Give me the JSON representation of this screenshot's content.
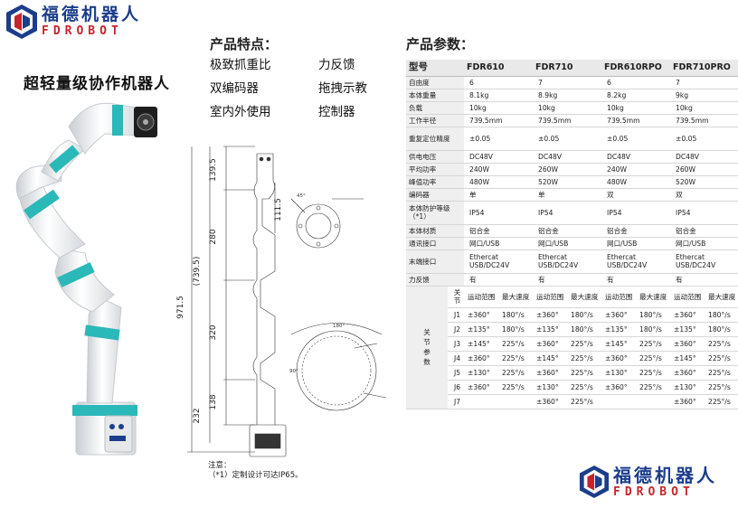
{
  "brand": {
    "name_cn": "福德机器人",
    "name_en": "FDROBOT",
    "colors": {
      "blue": "#1c3d8c",
      "red": "#c8232c",
      "teal": "#2bb8b8"
    }
  },
  "product_title": "超轻量级协作机器人",
  "features": {
    "heading": "产品特点：",
    "items": [
      "极致抓重比",
      "力反馈",
      "双编码器",
      "拖拽示教",
      "室内外使用",
      "控制器"
    ]
  },
  "drawing": {
    "dims_vertical": [
      "139.5",
      "280",
      "(739.5)",
      "971.5",
      "320",
      "138",
      "232",
      "111.5"
    ],
    "angles": [
      "45°",
      "180°",
      "90°"
    ]
  },
  "notes": {
    "title": "注意：",
    "line1": "（*1）定制设计可达IP65。"
  },
  "spec": {
    "heading": "产品参数：",
    "header": {
      "label": "型号",
      "models": [
        "FDR610",
        "FDR710",
        "FDR610RPO",
        "FDR710PRO"
      ]
    },
    "rows": [
      {
        "label": "自由度",
        "values": [
          "6",
          "7",
          "6",
          "7"
        ]
      },
      {
        "label": "本体重量",
        "values": [
          "8.1kg",
          "8.9kg",
          "8.2kg",
          "9kg"
        ]
      },
      {
        "label": "负载",
        "values": [
          "10kg",
          "10kg",
          "10kg",
          "10kg"
        ]
      },
      {
        "label": "工作半径",
        "values": [
          "739.5mm",
          "739.5mm",
          "739.5mm",
          "739.5mm"
        ]
      },
      {
        "label": "重复定位精度",
        "values": [
          "±0.05",
          "±0.05",
          "±0.05",
          "±0.05"
        ]
      },
      {
        "label": "供电电压",
        "values": [
          "DC48V",
          "DC48V",
          "DC48V",
          "DC48V"
        ]
      },
      {
        "label": "平均功率",
        "values": [
          "240W",
          "260W",
          "240W",
          "260W"
        ]
      },
      {
        "label": "峰值功率",
        "values": [
          "480W",
          "520W",
          "480W",
          "520W"
        ]
      },
      {
        "label": "编码器",
        "values": [
          "单",
          "单",
          "双",
          "双"
        ]
      },
      {
        "label": "本体防护等级（*1）",
        "values": [
          "IP54",
          "IP54",
          "IP54",
          "IP54"
        ]
      },
      {
        "label": "本体材质",
        "values": [
          "铝合金",
          "铝合金",
          "铝合金",
          "铝合金"
        ]
      },
      {
        "label": "通讯接口",
        "values": [
          "网口/USB",
          "网口/USB",
          "网口/USB",
          "网口/USB"
        ]
      },
      {
        "label": "末端接口",
        "values": [
          "Ethercat USB/DC24V",
          "Ethercat USB/DC24V",
          "Ethercat USB/DC24V",
          "Ethercat USB/DC24V"
        ]
      },
      {
        "label": "力反馈",
        "values": [
          "有",
          "有",
          "有",
          "有"
        ]
      }
    ],
    "joints": {
      "group_label": "关节参数",
      "col_label": "关节",
      "range_label": "运动范围",
      "speed_label": "最大速度",
      "rows": [
        {
          "name": "J1",
          "cells": [
            "±360°",
            "180°/s",
            "±360°",
            "180°/s",
            "±360°",
            "180°/s",
            "±360°",
            "180°/s"
          ]
        },
        {
          "name": "J2",
          "cells": [
            "±135°",
            "180°/s",
            "±135°",
            "180°/s",
            "±135°",
            "180°/s",
            "±135°",
            "180°/s"
          ]
        },
        {
          "name": "J3",
          "cells": [
            "±145°",
            "225°/s",
            "±360°",
            "225°/s",
            "±145°",
            "225°/s",
            "±360°",
            "225°/s"
          ]
        },
        {
          "name": "J4",
          "cells": [
            "±360°",
            "225°/s",
            "±145°",
            "225°/s",
            "±360°",
            "225°/s",
            "±145°",
            "225°/s"
          ]
        },
        {
          "name": "J5",
          "cells": [
            "±130°",
            "225°/s",
            "±360°",
            "225°/s",
            "±130°",
            "225°/s",
            "±360°",
            "225°/s"
          ]
        },
        {
          "name": "J6",
          "cells": [
            "±360°",
            "225°/s",
            "±130°",
            "225°/s",
            "±360°",
            "225°/s",
            "±130°",
            "225°/s"
          ]
        },
        {
          "name": "J7",
          "cells": [
            "",
            "",
            "±360°",
            "225°/s",
            "",
            "",
            "±360°",
            "225°/s"
          ]
        }
      ]
    }
  }
}
